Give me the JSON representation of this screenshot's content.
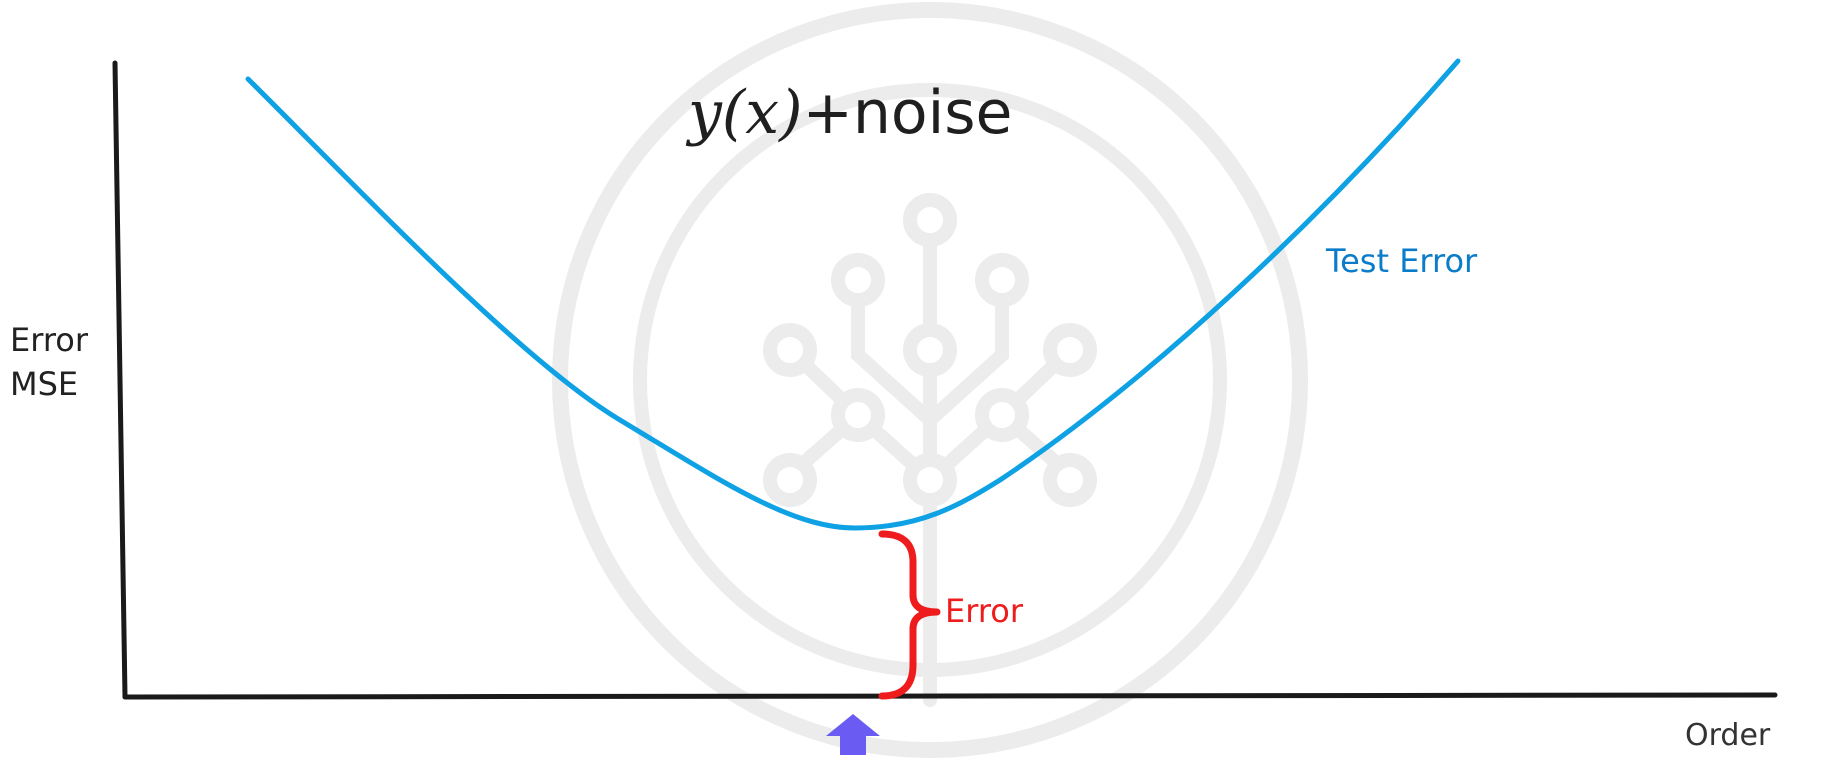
{
  "title": {
    "function": "y(x)",
    "suffix": "+noise"
  },
  "axes": {
    "y_label_line1": "Error",
    "y_label_line2": "MSE",
    "x_label": "Order"
  },
  "curve": {
    "label": "Test Error",
    "color": "#0ea1e4"
  },
  "error_bracket": {
    "label": "Error",
    "color": "#ee1c1c"
  },
  "marker": {
    "icon": "arrow-up-icon",
    "color": "#6a5cf2"
  },
  "watermark": {
    "icon": "tree-network-logo",
    "color": "#ececec"
  }
}
